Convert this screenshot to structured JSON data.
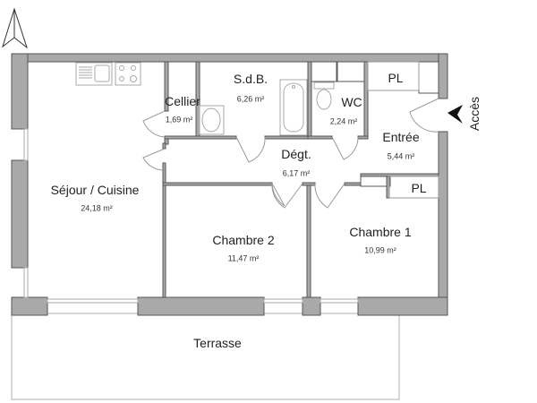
{
  "plan": {
    "north_symbol": "north-arrow",
    "access_label": "Accès",
    "rooms": [
      {
        "id": "sejour",
        "name": "Séjour / Cuisine",
        "area": "24,18 m²"
      },
      {
        "id": "cellier",
        "name": "Cellier",
        "area": "1,69 m²"
      },
      {
        "id": "sdb",
        "name": "S.d.B.",
        "area": "6,26 m²"
      },
      {
        "id": "wc",
        "name": "WC",
        "area": "2,24 m²"
      },
      {
        "id": "entree",
        "name": "Entrée",
        "area": "5,44 m²"
      },
      {
        "id": "degt",
        "name": "Dégt.",
        "area": "6,17 m²"
      },
      {
        "id": "chambre2",
        "name": "Chambre 2",
        "area": "11,47 m²"
      },
      {
        "id": "chambre1",
        "name": "Chambre 1",
        "area": "10,99 m²"
      },
      {
        "id": "terrasse",
        "name": "Terrasse",
        "area": ""
      }
    ],
    "closets": [
      {
        "id": "pl-top",
        "label": "PL"
      },
      {
        "id": "pl-bottom",
        "label": "PL"
      }
    ],
    "colors": {
      "wall_fill": "#a9a9a9",
      "wall_stroke": "#555555",
      "fixture_stroke": "#9a9a9a",
      "terrace_stroke": "#bdbdbd"
    }
  }
}
